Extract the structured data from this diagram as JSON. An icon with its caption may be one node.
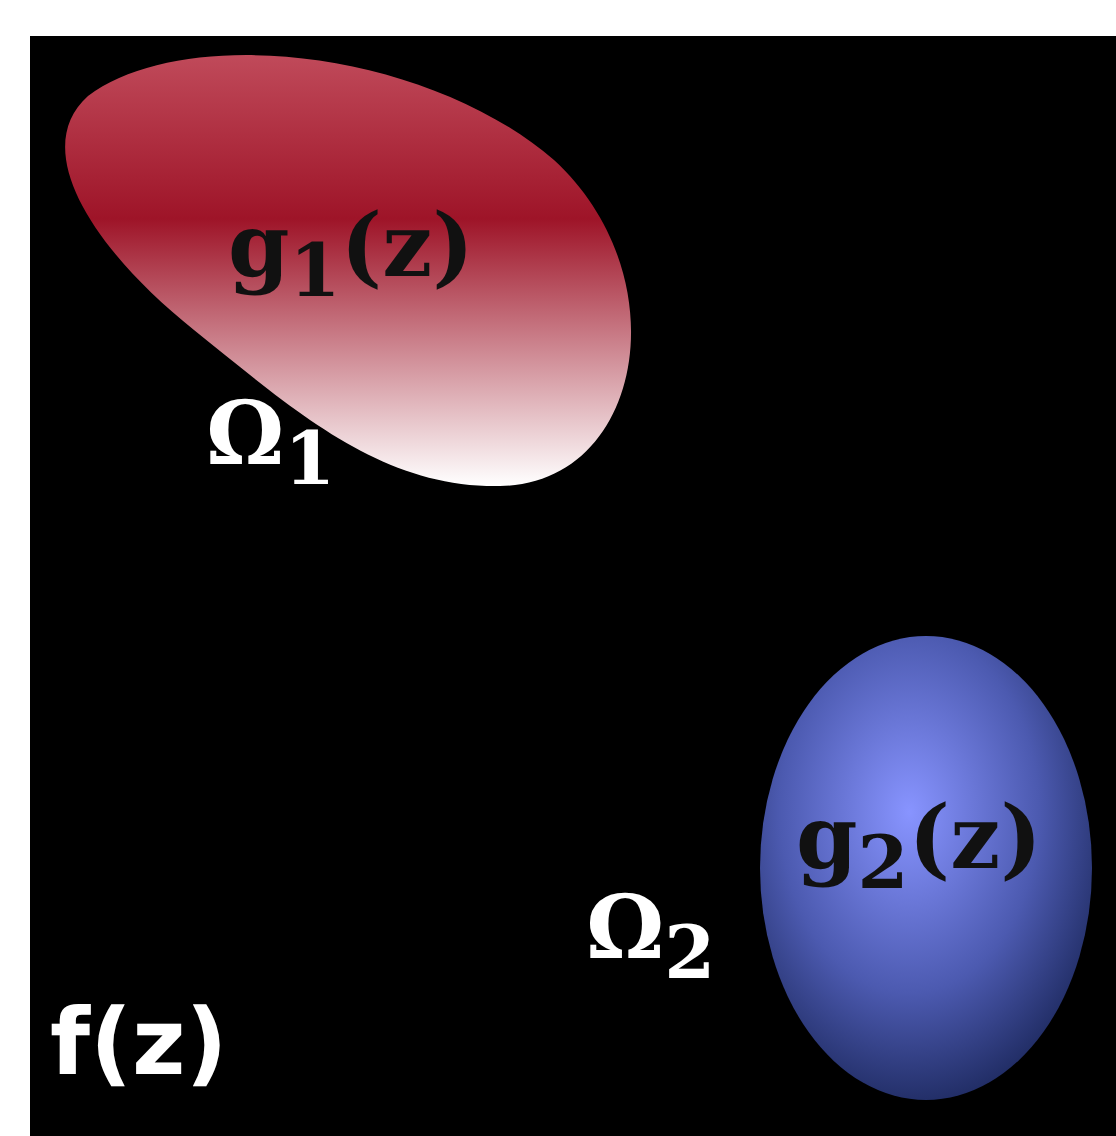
{
  "diagram": {
    "nodes": [
      {
        "text": [
          "f(z)"
        ]
      },
      {
        "text": [
          "g$_{1}$(z)"
        ],
        "beside": [
          "Ω$_{1}$"
        ],
        "in": 0
      },
      {
        "text": [
          "g$_{2}$(z)"
        ],
        "beside": [
          "Ω$_{2}$"
        ],
        "in": 0
      }
    ],
    "edges": []
  }
}
